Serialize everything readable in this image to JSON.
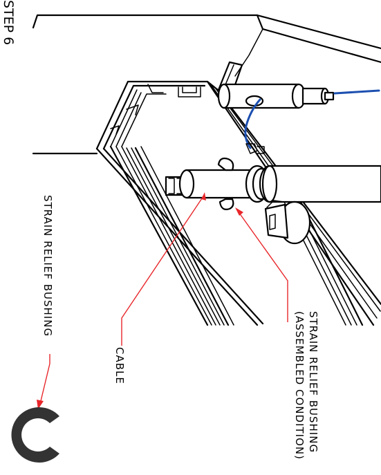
{
  "step_heading": "STEP 6",
  "labels": {
    "strain_relief_assembled_line1": "STRAIN  RELIEF  BUSHING",
    "strain_relief_assembled_line2": "(ASSEMBLED  CONDITION)",
    "cable": "CABLE",
    "strain_relief_bushing": "STRAIN  RELIEF  BUSHING"
  },
  "colors": {
    "leader_lines": "#e8262a",
    "fiber_cable": "#1c4fb0",
    "linework": "#000000",
    "bushing_icon": "#000000"
  },
  "icons": {
    "bushing_detail": "c-shaped-bushing-icon"
  }
}
